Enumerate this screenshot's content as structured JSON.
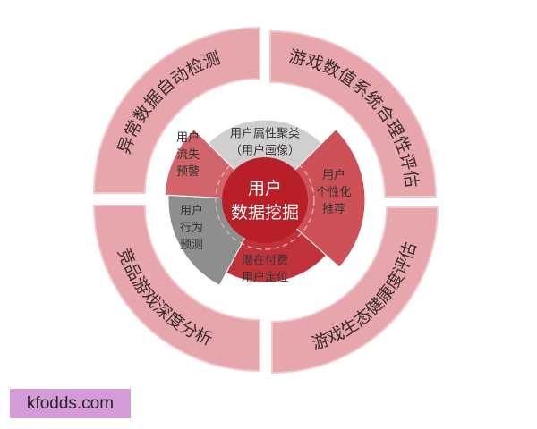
{
  "center": {
    "line1": "用户",
    "line2": "数据挖掘",
    "color": "#b81f27"
  },
  "outer_ring": [
    {
      "label": "异常数据自动检测"
    },
    {
      "label": "游戏数值系统合理性评估"
    },
    {
      "label": "游戏生态健康度评估"
    },
    {
      "label": "竞品游戏深度分析"
    }
  ],
  "inner_sectors": [
    {
      "lines": [
        "用户属性聚类",
        "（用户画像）"
      ],
      "color": "#cfcfcf"
    },
    {
      "lines": [
        "用户",
        "个性化",
        "推荐"
      ],
      "color": "#cc5257"
    },
    {
      "lines": [
        "潜在付费",
        "用户定位"
      ],
      "color": "#c0333b"
    },
    {
      "lines": [
        "用户",
        "行为",
        "预测"
      ],
      "color": "#8e8e8e"
    },
    {
      "lines": [
        "用户",
        "流失",
        "预警"
      ],
      "color": "#d2656b"
    }
  ],
  "colors": {
    "outer_ring": "#e7a6ab",
    "outer_ring_edge": "#f1c9cc",
    "text": "#3b2b2b"
  },
  "watermark": {
    "label": "kfodds.com"
  }
}
